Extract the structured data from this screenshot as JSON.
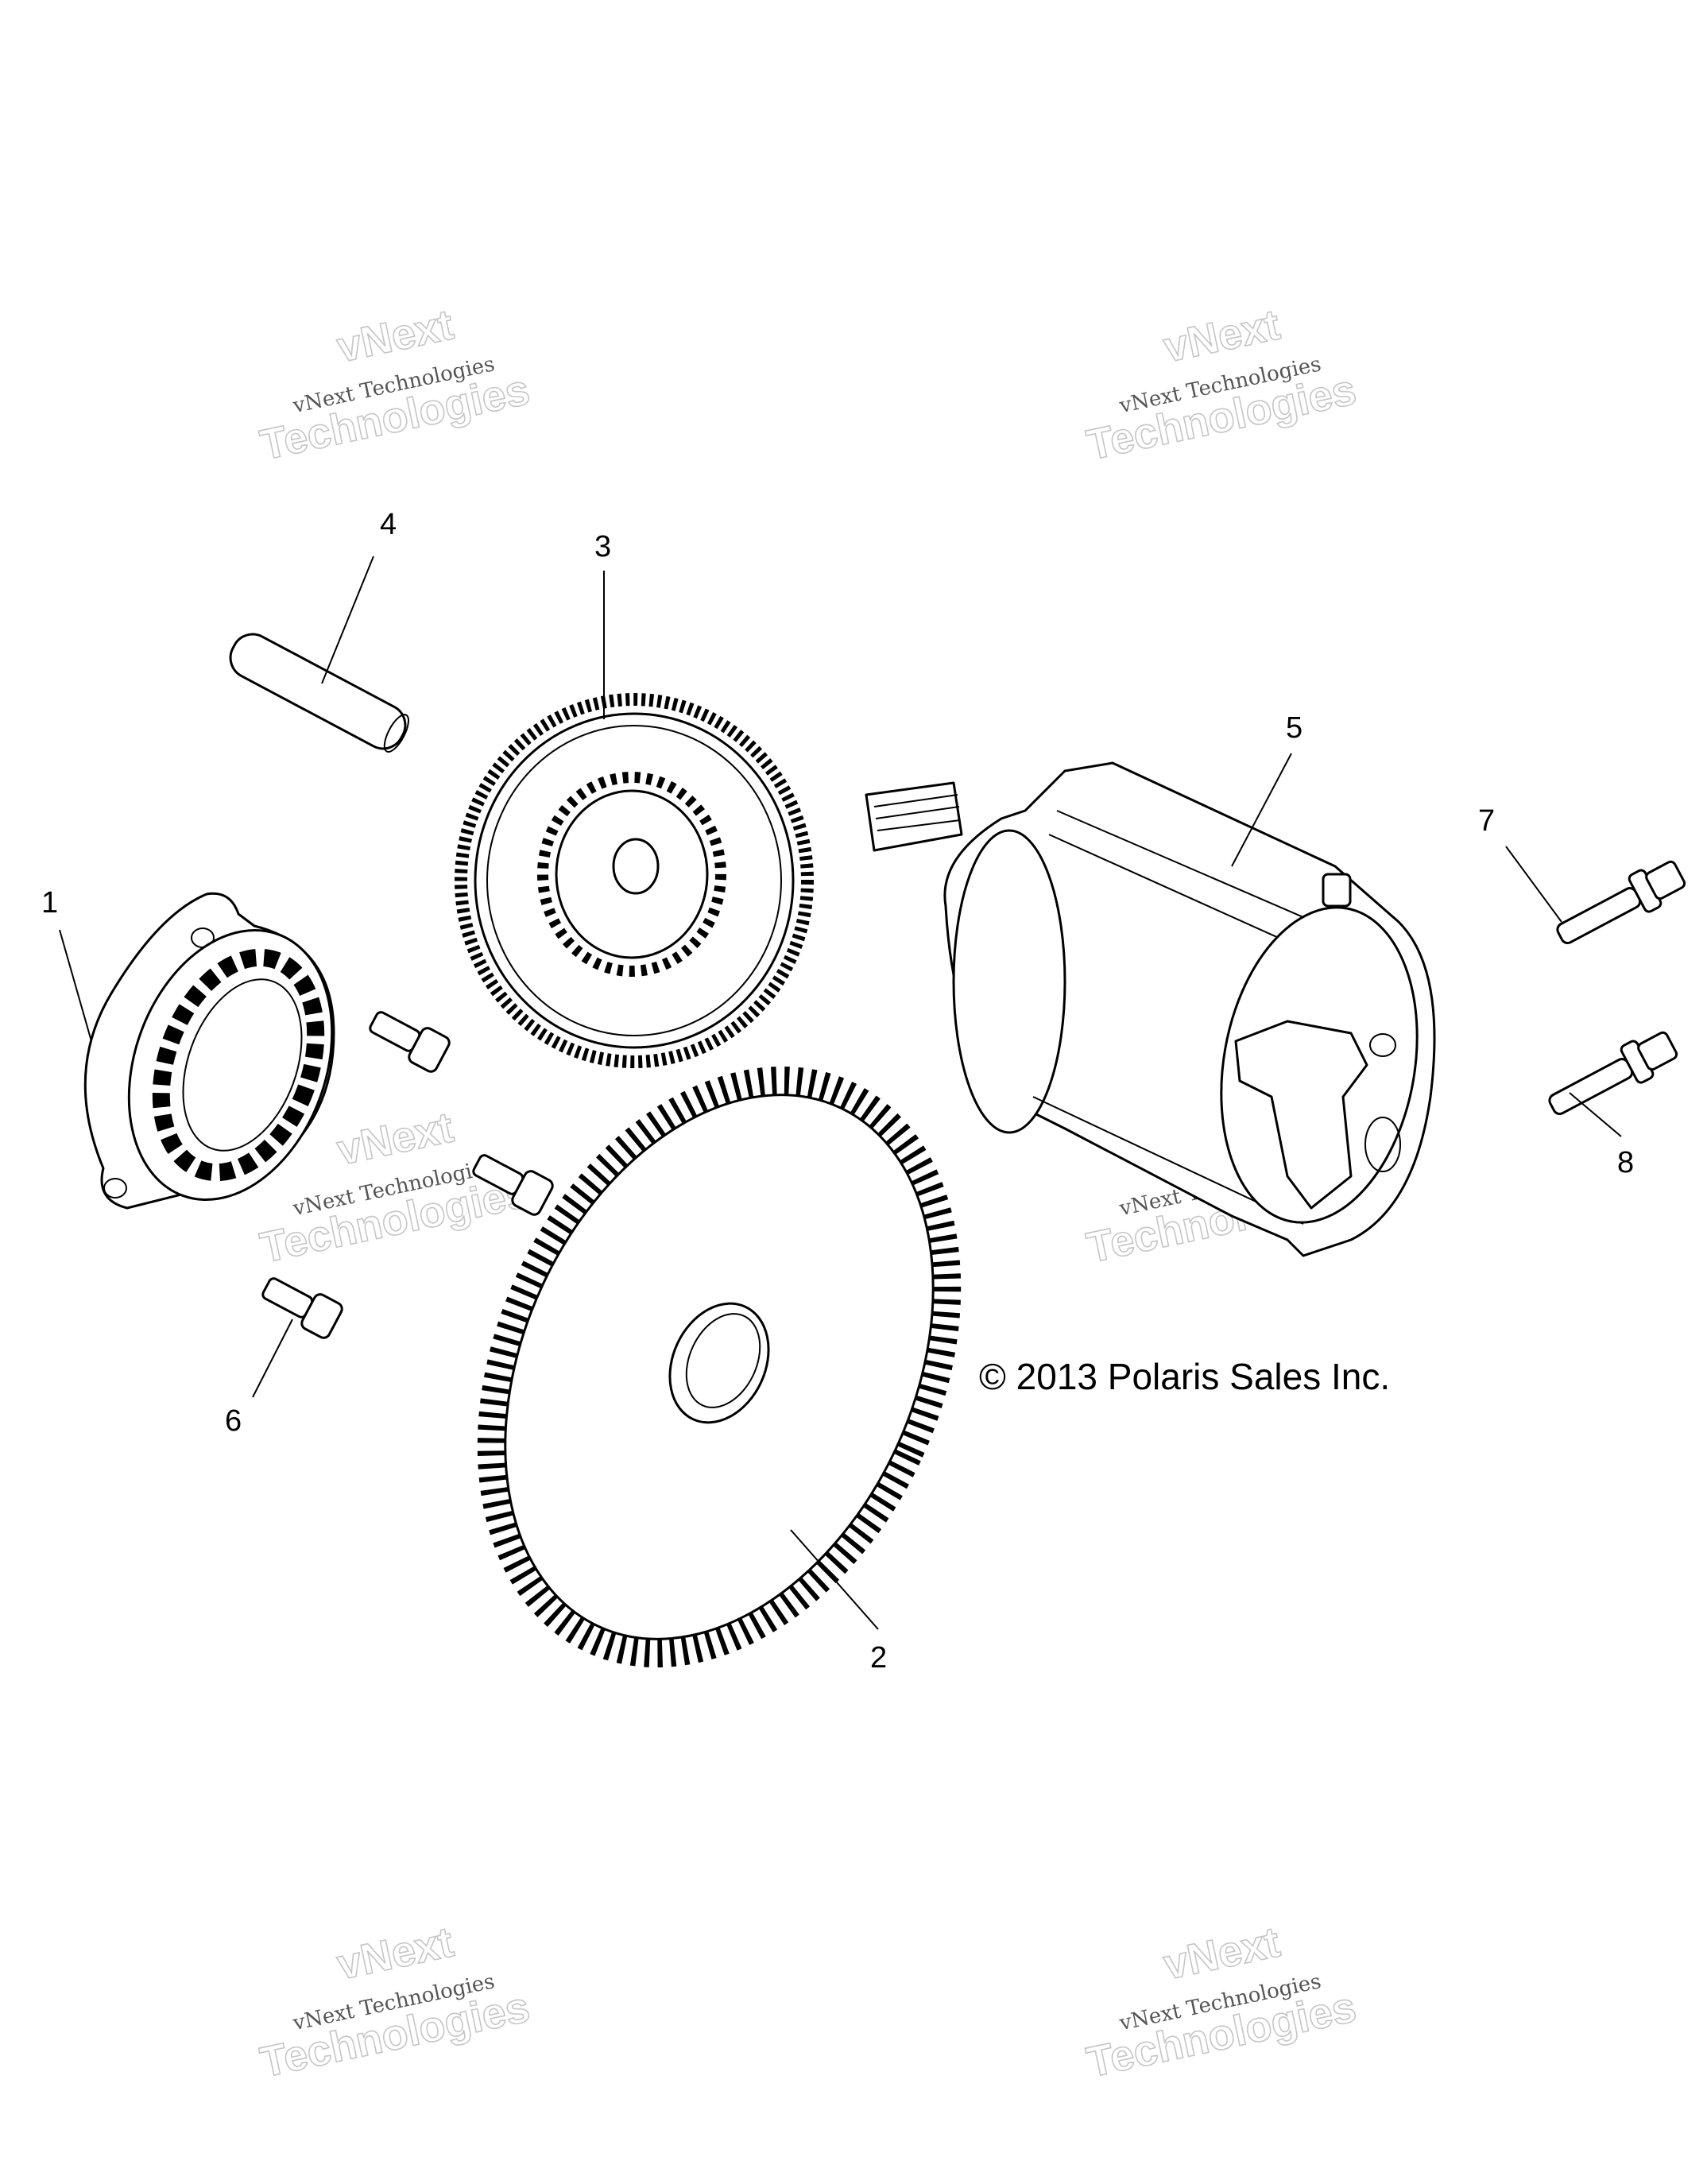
{
  "callouts": {
    "c1": "1",
    "c2": "2",
    "c3": "3",
    "c4": "4",
    "c5": "5",
    "c6": "6",
    "c7": "7",
    "c8": "8"
  },
  "copyright": "© 2013 Polaris Sales Inc.",
  "watermark": {
    "line_small": "vNext Technologies",
    "line_big_1": "vNext",
    "line_big_2": "Technologies"
  }
}
